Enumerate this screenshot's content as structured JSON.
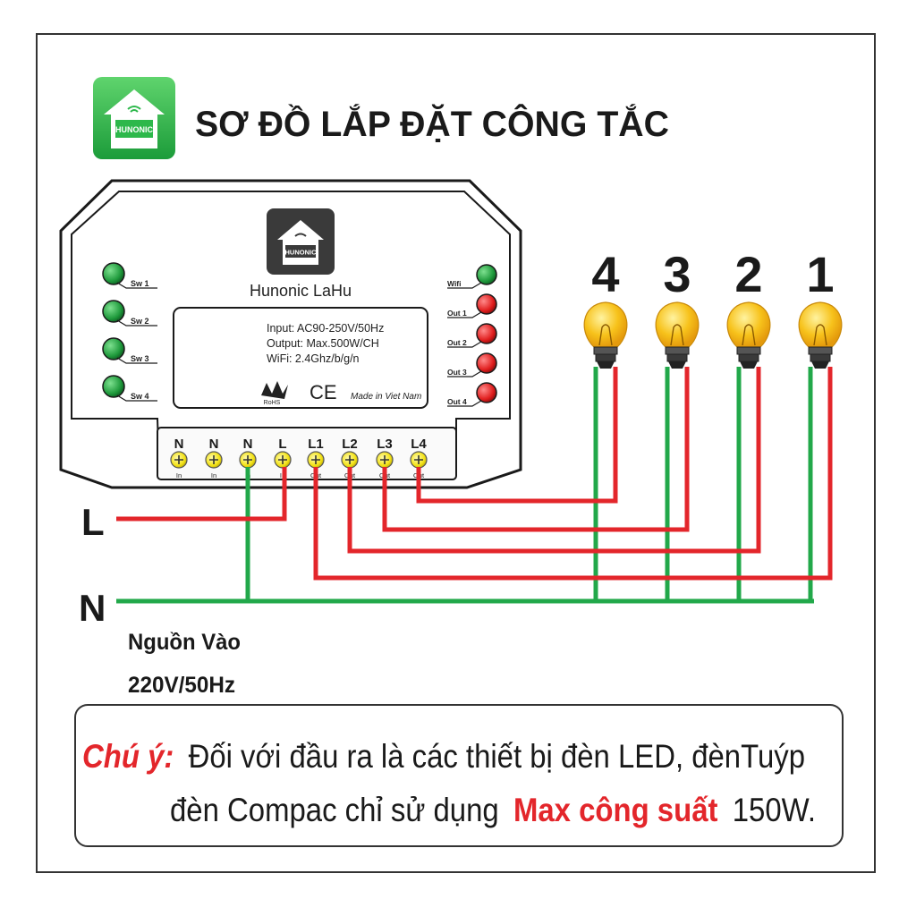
{
  "header": {
    "title": "SƠ ĐỒ LẮP ĐẶT CÔNG TẮC",
    "logo_text": "HUNONIC",
    "logo_color": "#2db84b"
  },
  "device": {
    "name": "Hunonic LaHu",
    "logo_text": "HUNONIC",
    "spec_input": "Input: AC90-250V/50Hz",
    "spec_output": "Output: Max.500W/CH",
    "spec_wifi": "WiFi: 2.4Ghz/b/g/n",
    "rohs": "RoHS",
    "ce": "CE",
    "made_in": "Made in Viet Nam",
    "switches": [
      "Sw 1",
      "Sw 2",
      "Sw 3",
      "Sw 4"
    ],
    "indicators": [
      "Wifi",
      "Out 1",
      "Out 2",
      "Out 3",
      "Out 4"
    ],
    "terminals": [
      {
        "label": "N",
        "sub": "In"
      },
      {
        "label": "N",
        "sub": "In"
      },
      {
        "label": "N",
        "sub": "In"
      },
      {
        "label": "L",
        "sub": "In"
      },
      {
        "label": "L1",
        "sub": "Out"
      },
      {
        "label": "L2",
        "sub": "Out"
      },
      {
        "label": "L3",
        "sub": "Out"
      },
      {
        "label": "L4",
        "sub": "Out"
      }
    ]
  },
  "lamps": [
    "4",
    "3",
    "2",
    "1"
  ],
  "power": {
    "line_label": "L",
    "neutral_label": "N",
    "source_label": "Nguồn Vào",
    "source_spec": "220V/50Hz"
  },
  "note": {
    "prefix": "Chú ý:",
    "line1": "Đối với đầu ra là các thiết bị đèn LED, đènTuýp",
    "line2_a": "đèn Compac chỉ sử dụng",
    "line2_highlight": "Max công suất",
    "line2_b": "150W."
  },
  "colors": {
    "live_wire": "#e3262b",
    "neutral_wire": "#22a84a",
    "led_green": "#1f9a3c",
    "led_red": "#e01d1d",
    "bulb": "#f7c21b"
  }
}
